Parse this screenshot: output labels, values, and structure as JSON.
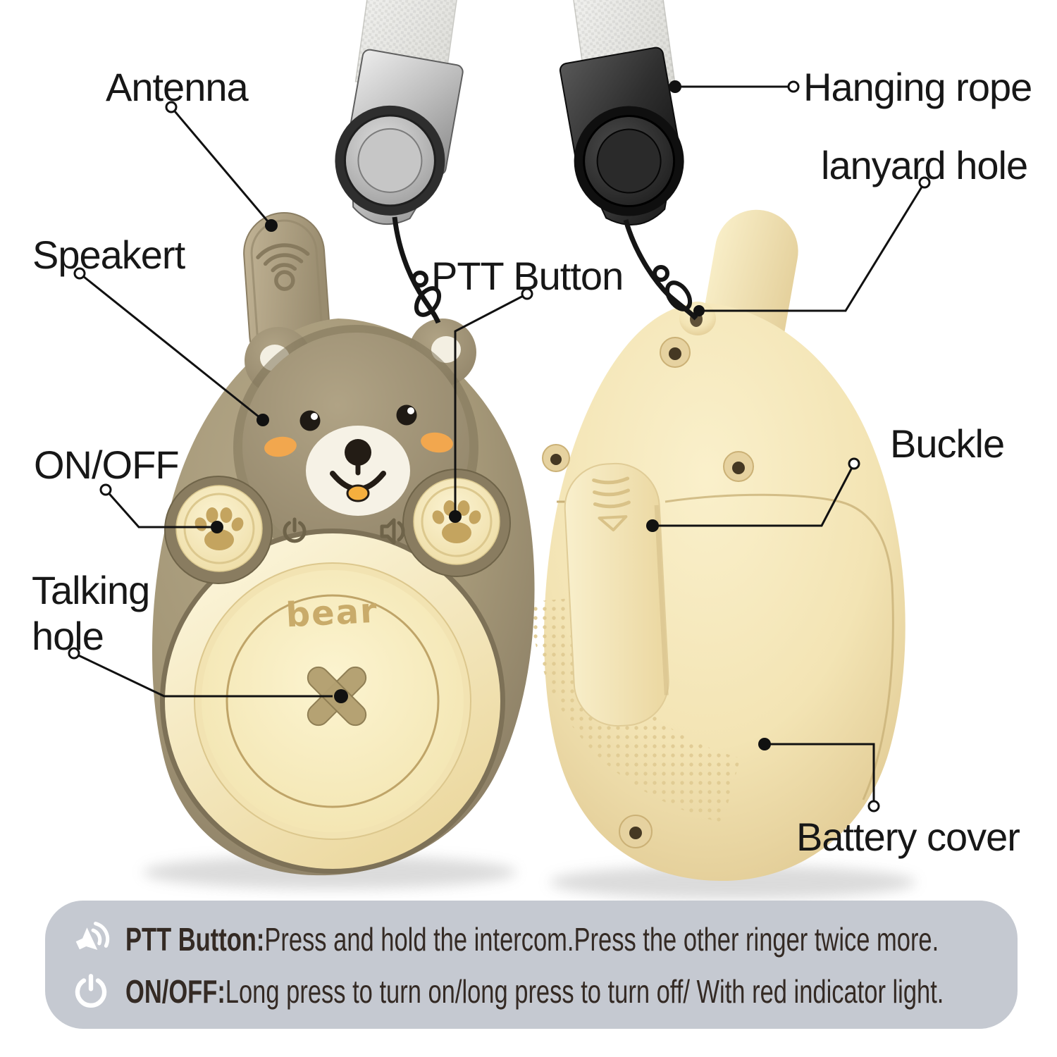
{
  "callouts": {
    "antenna": "Antenna",
    "speaker": "Speakert",
    "ptt_button": "PTT Button",
    "on_off": "ON/OFF",
    "talking_hole_line1": "Talking",
    "talking_hole_line2": "hole",
    "hanging_rope": "Hanging rope",
    "lanyard_hole": "lanyard hole",
    "buckle": "Buckle",
    "battery_cover": "Battery cover"
  },
  "product": {
    "brand_text": "bear"
  },
  "instruction_panel": {
    "rows": [
      {
        "icon": "speaker-wave-icon",
        "label": "PTT Button:",
        "text": "Press and hold the intercom.Press the other ringer twice more."
      },
      {
        "icon": "power-icon",
        "label": "ON/OFF:",
        "text": "Long press to turn on/long press to turn off/ With red indicator light."
      }
    ]
  },
  "colors": {
    "front_body": "#a39678",
    "speaker_cream": "#f5e8bd",
    "back_body": "#f3e4b4",
    "cheek_orange": "#f2a74e",
    "paw_print": "#c4a45f",
    "brand_text": "#c9ab6a",
    "panel_background": "#c5c9d1",
    "panel_text": "#342a24",
    "label_text": "#171717",
    "strap_gray": "#e9e9e6",
    "clip_silver": "#b9b9b9",
    "clip_black": "#2b2b2b",
    "leader_line": "#111111"
  }
}
